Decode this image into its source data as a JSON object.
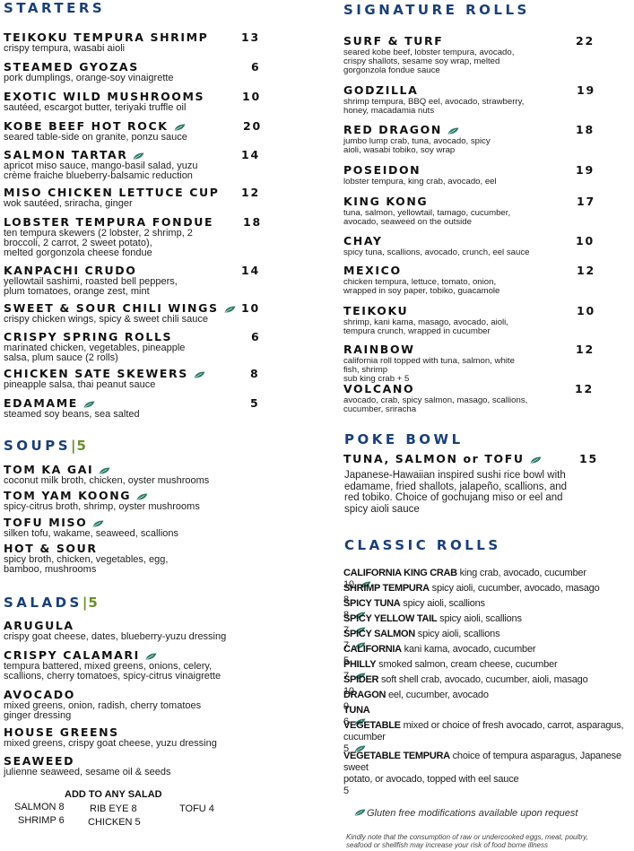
{
  "colors": {
    "title_blue": "#1a3f7a",
    "price_green": "#6a8f2a",
    "leaf_green": "#2e7a68"
  },
  "starters": {
    "title": "STARTERS",
    "items": [
      {
        "name": "TEIKOKU TEMPURA SHRIMP",
        "price": "13",
        "desc": "crispy tempura, wasabi aioli"
      },
      {
        "name": "STEAMED GYOZAS",
        "price": "6",
        "desc": "pork dumplings, orange-soy vinaigrette"
      },
      {
        "name": "EXOTIC WILD MUSHROOMS",
        "price": "10",
        "desc": "sautéed, escargot butter, teriyaki truffle oil"
      },
      {
        "name": "KOBE BEEF HOT ROCK",
        "price": "20",
        "desc": "seared table-side on granite, ponzu sauce",
        "gf": true
      },
      {
        "name": "SALMON TARTAR",
        "price": "14",
        "desc": "apricot miso sauce, mango-basil salad, yuzu|crème fraiche blueberry-balsamic reduction",
        "gf": true
      },
      {
        "name": "MISO CHICKEN LETTUCE CUP",
        "price": "12",
        "desc": "wok sautéed, sriracha, ginger"
      },
      {
        "name": "LOBSTER TEMPURA FONDUE",
        "price": "18",
        "desc": "ten tempura skewers (2 lobster, 2 shrimp, 2|broccoli, 2 carrot, 2 sweet potato),|melted gorgonzola cheese fondue"
      },
      {
        "name": "KANPACHI CRUDO",
        "price": "14",
        "desc": "yellowtail sashimi, roasted bell peppers,|plum tomatoes, orange zest, mint"
      },
      {
        "name": "SWEET & SOUR CHILI WINGS",
        "price": "10",
        "desc": "crispy chicken wings, spicy & sweet chili sauce",
        "gf": true
      },
      {
        "name": "CRISPY SPRING ROLLS",
        "price": "6",
        "desc": "marinated chicken, vegetables, pineapple|salsa, plum sauce (2 rolls)"
      },
      {
        "name": "CHICKEN SATE SKEWERS",
        "price": "8",
        "desc": "pineapple salsa, thai peanut sauce",
        "gf": true
      },
      {
        "name": "EDAMAME",
        "price": "5",
        "desc": "steamed soy beans, sea salted",
        "gf": true
      }
    ]
  },
  "soups": {
    "title": "SOUPS",
    "pipe": "|",
    "price": "5",
    "items": [
      {
        "name": "TOM KA GAI",
        "desc": "coconut milk broth, chicken, oyster mushrooms",
        "gf": true
      },
      {
        "name": "TOM YAM KOONG",
        "desc": "spicy-citrus broth, shrimp, oyster mushrooms",
        "gf": true
      },
      {
        "name": "TOFU MISO",
        "desc": "silken tofu, wakame, seaweed, scallions",
        "gf": true
      },
      {
        "name": "HOT & SOUR",
        "desc": "spicy broth, chicken, vegetables, egg,|bamboo, mushrooms"
      }
    ]
  },
  "salads": {
    "title": "SALADS",
    "pipe": "|",
    "price": "5",
    "items": [
      {
        "name": "ARUGULA",
        "desc": "crispy goat cheese, dates, blueberry-yuzu dressing"
      },
      {
        "name": "CRISPY CALAMARI",
        "desc": "tempura battered, mixed greens, onions, celery,|scallions, cherry tomatoes, spicy-citrus vinaigrette",
        "gf": true
      },
      {
        "name": "AVOCADO",
        "desc": "mixed greens, onion, radish, cherry tomatoes|ginger dressing"
      },
      {
        "name": "HOUSE GREENS",
        "desc": "mixed greens, crispy goat cheese, yuzu dressing"
      },
      {
        "name": "SEAWEED",
        "desc": "julienne seaweed, sesame oil & seeds"
      }
    ],
    "addons": {
      "title": "ADD TO ANY SALAD",
      "items": [
        "SALMON  8",
        "SHRIMP 6",
        "RIB EYE  8",
        "CHICKEN 5",
        "TOFU 4"
      ]
    }
  },
  "signature": {
    "title": "SIGNATURE ROLLS",
    "items": [
      {
        "name": "SURF & TURF",
        "price": "22",
        "desc": "seared kobe beef, lobster tempura, avocado,|crispy shallots, sesame soy wrap, melted|gorgonzola fondue sauce"
      },
      {
        "name": "GODZILLA",
        "price": "19",
        "desc": "shrimp tempura, BBQ eel, avocado, strawberry,|honey, macadamia nuts"
      },
      {
        "name": "RED DRAGON",
        "price": "18",
        "desc": "jumbo lump crab, tuna, avocado, spicy|aioli, wasabi tobiko, soy wrap",
        "gf": true
      },
      {
        "name": "POSEIDON",
        "price": "19",
        "desc": "lobster tempura, king crab, avocado, eel"
      },
      {
        "name": "KING KONG",
        "price": "17",
        "desc": "tuna, salmon, yellowtail, tamago, cucumber,|avocado, seaweed on the outside"
      },
      {
        "name": "CHAY",
        "price": "10",
        "desc": "spicy tuna, scallions, avocado, crunch, eel sauce"
      },
      {
        "name": "MEXICO",
        "price": "12",
        "desc": "chicken tempura, lettuce, tomato, onion,|wrapped in soy paper, tobiko, guacamole"
      },
      {
        "name": "TEIKOKU",
        "price": "10",
        "desc": "shrimp, kani kama, masago, avocado, aioli,|tempura crunch, wrapped in cucumber"
      },
      {
        "name": "RAINBOW",
        "price": "12",
        "desc": "california roll topped with tuna, salmon, white|fish,  shrimp | sub king crab  + 5"
      },
      {
        "name": "VOLCANO",
        "price": "12",
        "desc": "avocado, crab, spicy salmon, masago, scallions,|cucumber, sriracha"
      }
    ]
  },
  "poke": {
    "title": "POKE BOWL",
    "name": "TUNA, SALMON or TOFU",
    "price": "15",
    "desc": "Japanese-Hawaiian inspired sushi rice bowl with edamame, fried shallots, jalapeño, scallions, and red tobiko. Choice of gochujang miso or eel and spicy aioli sauce"
  },
  "classic": {
    "title": "CLASSIC ROLLS",
    "items": [
      {
        "name": "CALIFORNIA KING CRAB",
        "desc": " king crab, avocado, cucumber |10",
        "gf": true
      },
      {
        "name": "SHRIMP TEMPURA",
        "desc": "  spicy aioli, cucumber, avocado, masago | 8"
      },
      {
        "name": "SPICY TUNA",
        "desc": "  spicy aioli, scallions | 8",
        "gf": true
      },
      {
        "name": "SPICY YELLOW TAIL",
        "desc": "  spicy aioli, scallions | 7",
        "gf": true
      },
      {
        "name": "SPICY SALMON",
        "desc": "  spicy aioli, scallions | 7",
        "gf": true
      },
      {
        "name": "CALIFORNIA",
        "desc": "  kani kama, avocado, cucumber | 5"
      },
      {
        "name": "PHILLY",
        "desc": "  smoked salmon, cream cheese, cucumber | 7",
        "gf": true
      },
      {
        "name": "SPIDER",
        "desc": "  soft shell crab, avocado, cucumber, aioli, masago |10"
      },
      {
        "name": "DRAGON",
        "desc": " eel, cucumber, avocado | 9"
      },
      {
        "name": "TUNA",
        "desc": " | 6",
        "gf": true
      },
      {
        "name": "VEGETABLE",
        "desc": " mixed or choice of fresh avocado, carrot, asparagus,|cucumber | 5",
        "gf": true
      },
      {
        "name": "VEGETABLE TEMPURA",
        "desc": "  choice of tempura asparagus,  Japanese sweet|potato, or avocado, topped with eel sauce | 5"
      }
    ]
  },
  "footer": {
    "gf_note": "Gluten free modifications available upon request",
    "gf_icon": "leaf-icon",
    "disclaimer": "Kindly note that the consumption of raw or undercooked eggs, meat, poultry, seafood or shellfish may increase your risk of food borne illness"
  }
}
